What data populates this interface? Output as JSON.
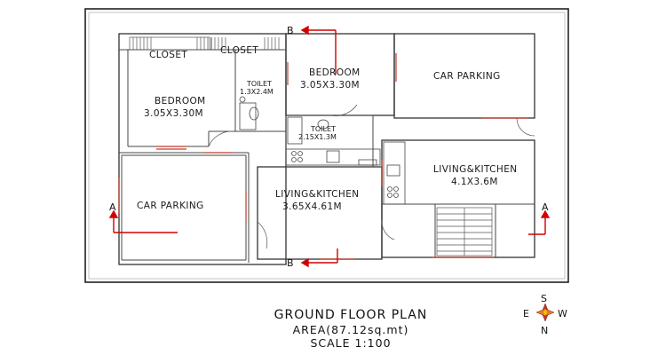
{
  "rooms": {
    "closet_left": "CLOSET",
    "closet_right": "CLOSET",
    "toilet_top": "TOILET",
    "toilet_top_size": "1.3X2.4M",
    "bedroom_left": "BEDROOM",
    "bedroom_left_size": "3.05X3.30M",
    "bedroom_top": "BEDROOM",
    "bedroom_top_size": "3.05X3.30M",
    "car_parking_right": "CAR PARKING",
    "toilet_mid": "TOILET",
    "toilet_mid_size": "2.15X1.3M",
    "living_kitchen_right": "LIVING&KITCHEN",
    "living_kitchen_right_size": "4.1X3.6M",
    "car_parking_left": "CAR PARKING",
    "living_kitchen_center": "LIVING&KITCHEN",
    "living_kitchen_center_size": "3.65X4.61M"
  },
  "section_markers": {
    "b_top": "B",
    "b_bottom": "B",
    "a_left": "A",
    "a_right": "A"
  },
  "compass": {
    "n": "N",
    "s": "S",
    "e": "E",
    "w": "W"
  },
  "title": {
    "main": "GROUND FLOOR PLAN",
    "area": "AREA(87.12sq.mt)",
    "scale": "SCALE 1:100"
  }
}
